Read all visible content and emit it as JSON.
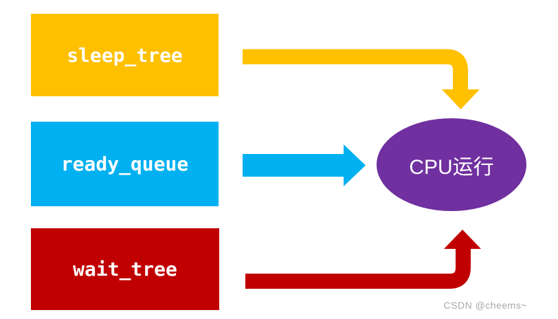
{
  "background": "#FFFFFF",
  "diagram": {
    "nodes": [
      {
        "id": "sleep_tree",
        "label": "sleep_tree",
        "shape": "rectangle",
        "color": "#FFC000",
        "text_color": "#FFFFFF"
      },
      {
        "id": "ready_queue",
        "label": "ready_queue",
        "shape": "rectangle",
        "color": "#00B0F0",
        "text_color": "#FFFFFF"
      },
      {
        "id": "wait_tree",
        "label": "wait_tree",
        "shape": "rectangle",
        "color": "#C00000",
        "text_color": "#FFFFFF"
      },
      {
        "id": "cpu_run",
        "label": "CPU运行",
        "shape": "ellipse",
        "color": "#7030A0",
        "text_color": "#FFFFFF"
      }
    ],
    "edges": [
      {
        "from": "sleep_tree",
        "to": "cpu_run",
        "color": "#FFC000",
        "style": "elbow-right-then-down"
      },
      {
        "from": "ready_queue",
        "to": "cpu_run",
        "color": "#00B0F0",
        "style": "straight-right"
      },
      {
        "from": "wait_tree",
        "to": "cpu_run",
        "color": "#C00000",
        "style": "elbow-right-then-up"
      }
    ]
  },
  "watermark": {
    "text": "CSDN @cheems~",
    "color": "#A8A8A8"
  }
}
